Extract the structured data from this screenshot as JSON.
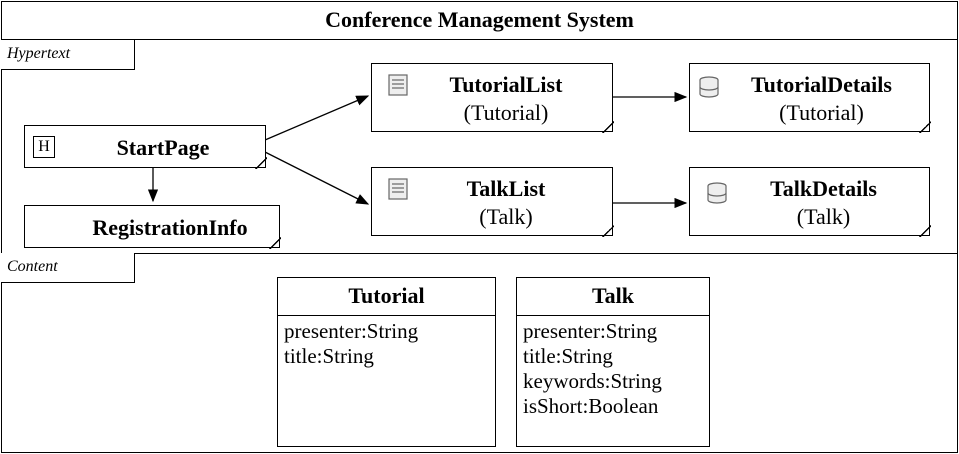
{
  "title": "Conference Management System",
  "sections": {
    "hypertext": "Hypertext",
    "content": "Content"
  },
  "nodes": {
    "start_page": {
      "marker": "H",
      "label": "StartPage"
    },
    "registration_info": {
      "label": "RegistrationInfo"
    },
    "tutorial_list": {
      "label": "TutorialList",
      "type": "(Tutorial)"
    },
    "tutorial_details": {
      "label": "TutorialDetails",
      "type": "(Tutorial)"
    },
    "talk_list": {
      "label": "TalkList",
      "type": "(Talk)"
    },
    "talk_details": {
      "label": "TalkDetails",
      "type": "(Talk)"
    }
  },
  "classes": {
    "tutorial": {
      "name": "Tutorial",
      "attributes": [
        "presenter:String",
        "title:String"
      ]
    },
    "talk": {
      "name": "Talk",
      "attributes": [
        "presenter:String",
        "title:String",
        "keywords:String",
        "isShort:Boolean"
      ]
    }
  },
  "icons": {
    "list": "list-page-icon",
    "details": "database-icon"
  }
}
